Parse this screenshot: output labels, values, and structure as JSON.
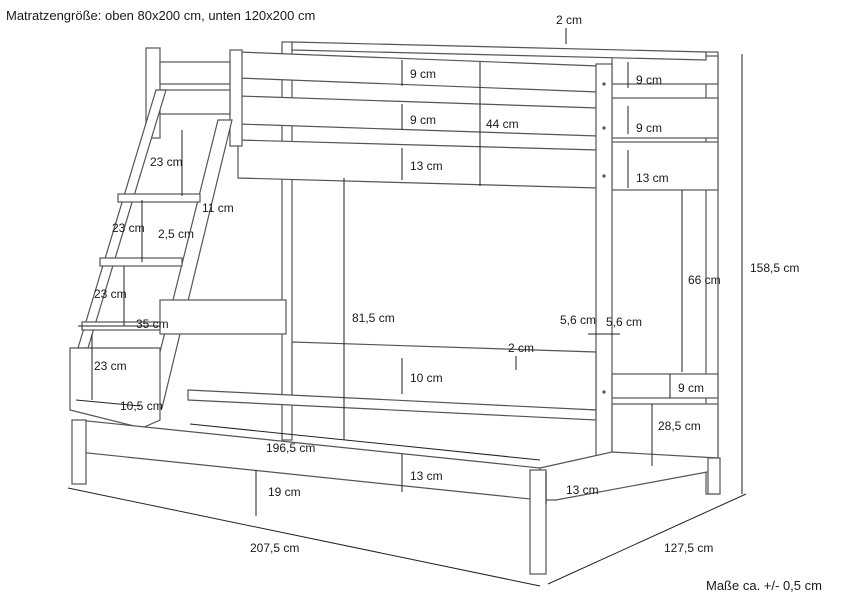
{
  "header": {
    "mattress_sizes": "Matratzengröße: oben 80x200 cm, unten 120x200 cm"
  },
  "footer": {
    "tolerance": "Maße ca. +/- 0,5 cm"
  },
  "dimensions": {
    "top_gap": "2 cm",
    "rail_top_1": "9 cm",
    "rail_top_2": "9 cm",
    "rail_top_3": "13 cm",
    "guard_height": "44 cm",
    "side_rail_1": "9 cm",
    "side_rail_2": "9 cm",
    "side_rail_3": "13 cm",
    "total_height": "158,5 cm",
    "upper_clearance": "66 cm",
    "stair_rise_1": "23 cm",
    "stair_rise_2": "23 cm",
    "stair_rise_3": "23 cm",
    "stair_rise_4": "23 cm",
    "stair_tread_offset": "11 cm",
    "stair_thickness": "2,5 cm",
    "stair_width": "35 cm",
    "stair_foot": "10,5 cm",
    "post_width_left": "5,6 cm",
    "post_width_right": "5,6 cm",
    "lower_clearance": "81,5 cm",
    "lower_gap": "2 cm",
    "lower_rail": "10 cm",
    "lower_side_rail": "9 cm",
    "lower_side_height": "28,5 cm",
    "lower_length": "196,5 cm",
    "front_board": "13 cm",
    "front_end_board": "13 cm",
    "floor_clearance": "19 cm",
    "total_length": "207,5 cm",
    "total_width": "127,5 cm"
  }
}
